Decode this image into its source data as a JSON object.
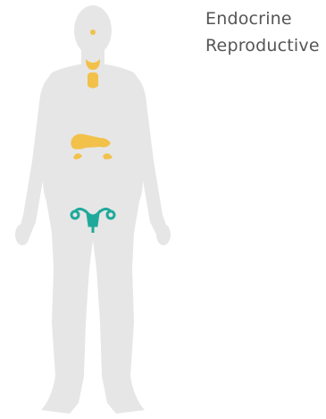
{
  "legend": {
    "items": [
      {
        "label": "Endocrine",
        "color": "#f2c14a"
      },
      {
        "label": "Reproductive",
        "color": "#1fa99a"
      }
    ]
  },
  "colors": {
    "body": "#e6e6e6",
    "endocrine": "#f2c14a",
    "reproductive": "#1fa99a",
    "text": "#555555"
  },
  "organs": [
    {
      "name": "pineal-gland",
      "system": "Endocrine"
    },
    {
      "name": "thyroid",
      "system": "Endocrine"
    },
    {
      "name": "thymus",
      "system": "Endocrine"
    },
    {
      "name": "pancreas",
      "system": "Endocrine"
    },
    {
      "name": "adrenal-left",
      "system": "Endocrine"
    },
    {
      "name": "adrenal-right",
      "system": "Endocrine"
    },
    {
      "name": "uterus-ovaries",
      "system": "Reproductive"
    }
  ]
}
